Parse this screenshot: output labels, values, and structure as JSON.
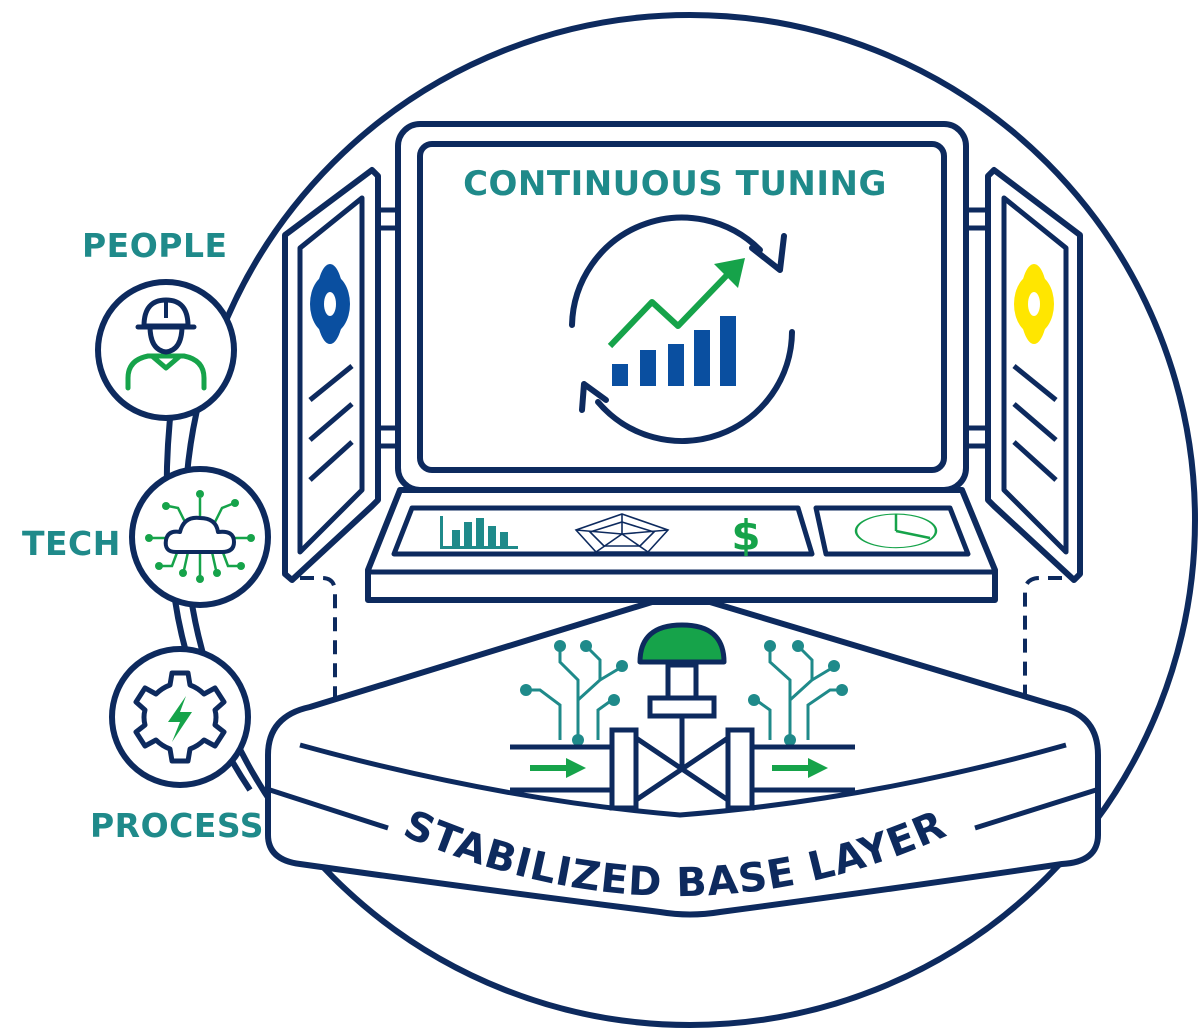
{
  "labels": {
    "people": "PEOPLE",
    "tech": "TECH",
    "process": "PROCESS",
    "screen_title": "CONTINUOUS TUNING",
    "base_layer": "STABILIZED BASE LAYER"
  },
  "icons": {
    "people": "worker-hardhat-icon",
    "tech": "cloud-network-icon",
    "process": "gear-lightning-icon",
    "screen": "cycle-growth-chart-icon",
    "left_panel": "gear-icon",
    "right_panel": "gear-icon",
    "console_1": "bar-chart-icon",
    "console_2": "radar-chart-icon",
    "console_3": "dollar-icon",
    "console_4": "pie-chart-icon",
    "base": "control-valve-icon"
  },
  "colors": {
    "navy": "#0d2a5e",
    "teal": "#1f8a8a",
    "green": "#16a34a",
    "blue": "#0a4fa0",
    "yellow": "#ffe600"
  }
}
